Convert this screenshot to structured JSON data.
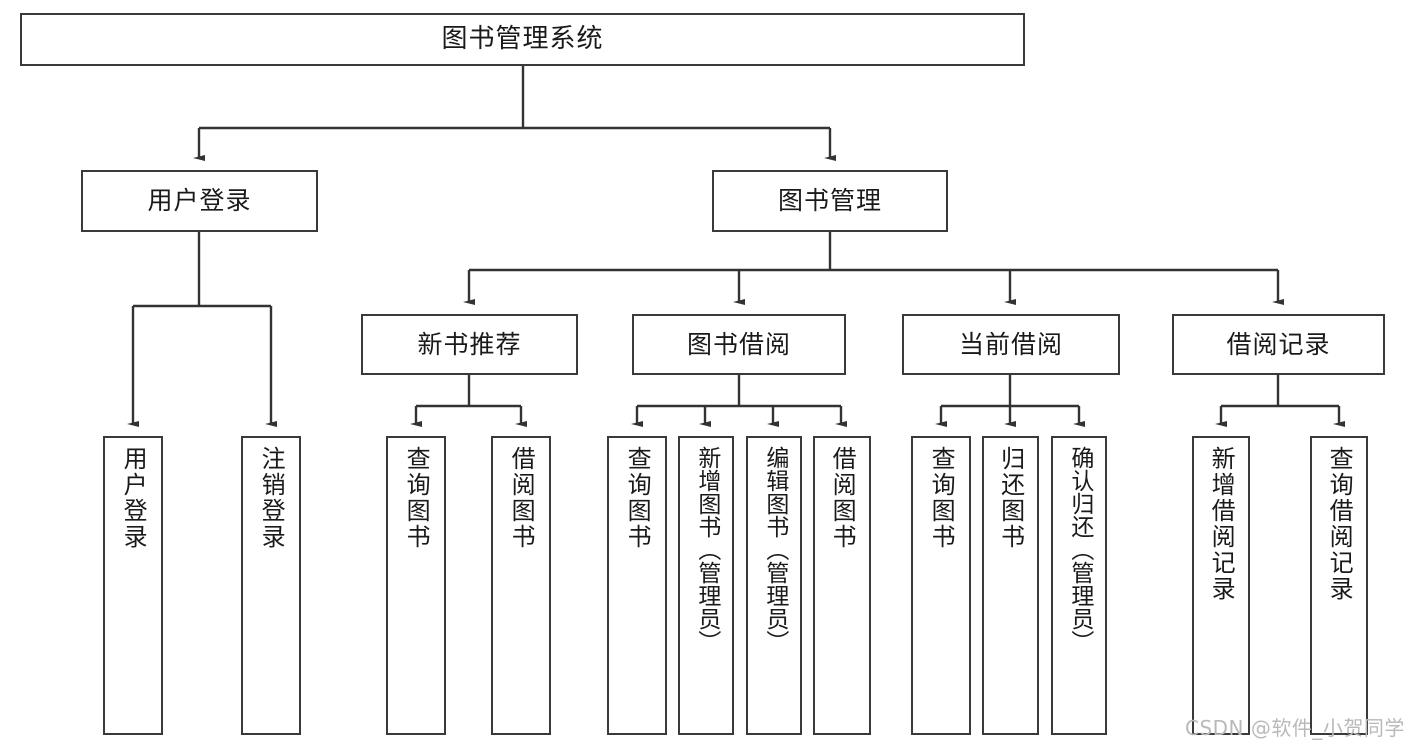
{
  "diagram": {
    "type": "tree-hierarchy-chart",
    "title": "图书管理系统",
    "root": {
      "label": "图书管理系统"
    },
    "level2": [
      {
        "id": "user-login",
        "label": "用户登录"
      },
      {
        "id": "book-management",
        "label": "图书管理"
      }
    ],
    "level3": [
      {
        "id": "new-book-recommend",
        "label": "新书推荐",
        "parent": "book-management"
      },
      {
        "id": "book-borrow",
        "label": "图书借阅",
        "parent": "book-management"
      },
      {
        "id": "current-borrow",
        "label": "当前借阅",
        "parent": "book-management"
      },
      {
        "id": "borrow-record",
        "label": "借阅记录",
        "parent": "book-management"
      }
    ],
    "leaves": [
      {
        "id": "leaf-user-login",
        "label": "用户登录",
        "parent": "user-login"
      },
      {
        "id": "leaf-logout-login",
        "label": "注销登录",
        "parent": "user-login"
      },
      {
        "id": "leaf-query-book-1",
        "label": "查询图书",
        "parent": "new-book-recommend"
      },
      {
        "id": "leaf-borrow-book-1",
        "label": "借阅图书",
        "parent": "new-book-recommend"
      },
      {
        "id": "leaf-query-book-2",
        "label": "查询图书",
        "parent": "book-borrow"
      },
      {
        "id": "leaf-add-book",
        "label": "新增图书（管理员）",
        "parent": "book-borrow"
      },
      {
        "id": "leaf-edit-book",
        "label": "编辑图书（管理员）",
        "parent": "book-borrow"
      },
      {
        "id": "leaf-borrow-book-2",
        "label": "借阅图书",
        "parent": "book-borrow"
      },
      {
        "id": "leaf-query-book-3",
        "label": "查询图书",
        "parent": "current-borrow"
      },
      {
        "id": "leaf-return-book",
        "label": "归还图书",
        "parent": "current-borrow"
      },
      {
        "id": "leaf-confirm-return",
        "label": "确认归还（管理员）",
        "parent": "current-borrow"
      },
      {
        "id": "leaf-add-record",
        "label": "新增借阅记录",
        "parent": "borrow-record"
      },
      {
        "id": "leaf-query-record",
        "label": "查询借阅记录",
        "parent": "borrow-record"
      }
    ],
    "colors": {
      "border": "#3a3a3a",
      "background": "#ffffff",
      "text": "#1a1a1a",
      "connector": "#333333",
      "watermark": "#b9b9b9"
    }
  },
  "watermark": {
    "text": "CSDN @软件_小贺同学"
  }
}
